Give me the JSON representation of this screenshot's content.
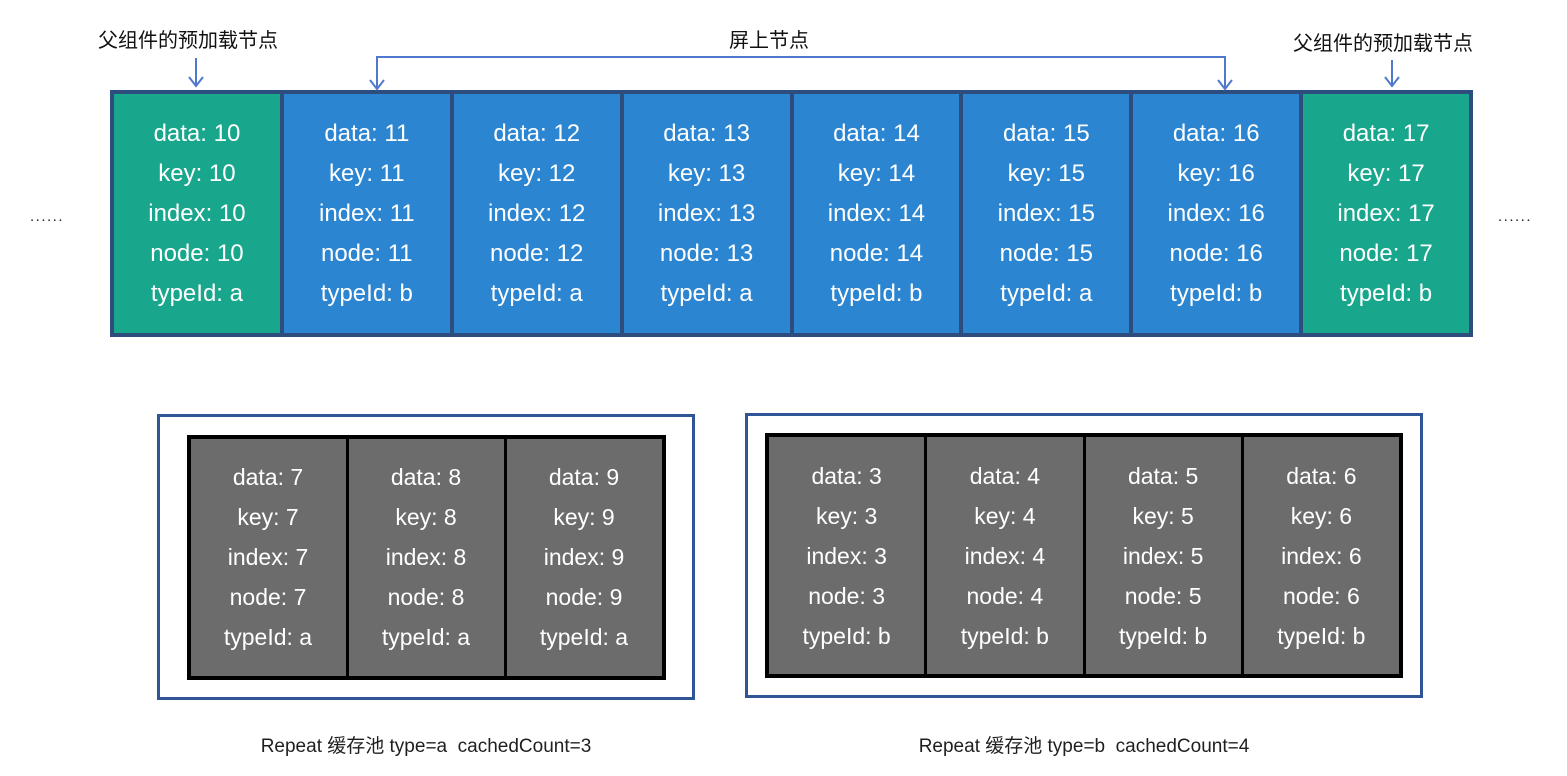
{
  "labels": {
    "preload_left": "父组件的预加载节点",
    "onscreen": "屏上节点",
    "preload_right": "父组件的预加载节点",
    "ellipsis_left": "......",
    "ellipsis_right": "......"
  },
  "top_row": {
    "nodes": [
      {
        "role": "preload",
        "lines": [
          "data: 10",
          "key: 10",
          "index: 10",
          "node: 10",
          "typeId: a"
        ]
      },
      {
        "role": "onscreen",
        "lines": [
          "data: 11",
          "key: 11",
          "index: 11",
          "node: 11",
          "typeId: b"
        ]
      },
      {
        "role": "onscreen",
        "lines": [
          "data: 12",
          "key: 12",
          "index: 12",
          "node: 12",
          "typeId: a"
        ]
      },
      {
        "role": "onscreen",
        "lines": [
          "data: 13",
          "key: 13",
          "index: 13",
          "node: 13",
          "typeId: a"
        ]
      },
      {
        "role": "onscreen",
        "lines": [
          "data: 14",
          "key: 14",
          "index: 14",
          "node: 14",
          "typeId: b"
        ]
      },
      {
        "role": "onscreen",
        "lines": [
          "data: 15",
          "key: 15",
          "index: 15",
          "node: 15",
          "typeId: a"
        ]
      },
      {
        "role": "onscreen",
        "lines": [
          "data: 16",
          "key: 16",
          "index: 16",
          "node: 16",
          "typeId: b"
        ]
      },
      {
        "role": "preload",
        "lines": [
          "data: 17",
          "key: 17",
          "index: 17",
          "node: 17",
          "typeId: b"
        ]
      }
    ]
  },
  "cache_pools": [
    {
      "caption": "Repeat 缓存池 type=a  cachedCount=3",
      "nodes": [
        {
          "lines": [
            "data: 7",
            "key: 7",
            "index: 7",
            "node: 7",
            "typeId: a"
          ]
        },
        {
          "lines": [
            "data: 8",
            "key: 8",
            "index: 8",
            "node: 8",
            "typeId: a"
          ]
        },
        {
          "lines": [
            "data: 9",
            "key: 9",
            "index: 9",
            "node: 9",
            "typeId: a"
          ]
        }
      ]
    },
    {
      "caption": "Repeat 缓存池 type=b  cachedCount=4",
      "nodes": [
        {
          "lines": [
            "data: 3",
            "key: 3",
            "index: 3",
            "node: 3",
            "typeId: b"
          ]
        },
        {
          "lines": [
            "data: 4",
            "key: 4",
            "index: 4",
            "node: 4",
            "typeId: b"
          ]
        },
        {
          "lines": [
            "data: 5",
            "key: 5",
            "index: 5",
            "node: 5",
            "typeId: b"
          ]
        },
        {
          "lines": [
            "data: 6",
            "key: 6",
            "index: 6",
            "node: 6",
            "typeId: b"
          ]
        }
      ]
    }
  ],
  "colors": {
    "preload_node": "#18a78c",
    "onscreen_node": "#2b85d1",
    "cache_node": "#6c6c6c",
    "node_border": "#2c4d7e",
    "pool_border": "#2f5597",
    "cache_border": "#000000",
    "arrow": "#5078cc",
    "node_text": "#ffffff",
    "label_text": "#1f1f1f"
  }
}
